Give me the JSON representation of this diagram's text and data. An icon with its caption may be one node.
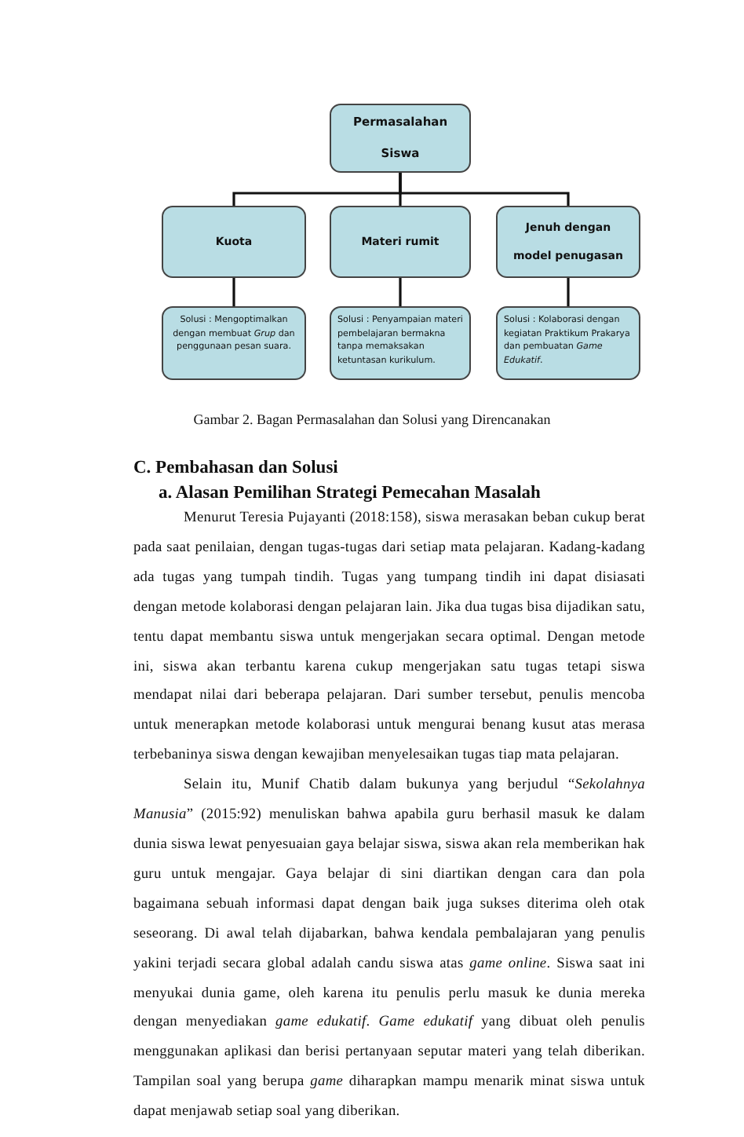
{
  "diagram": {
    "caption": "Gambar 2. Bagan Permasalahan dan Solusi yang Direncanakan",
    "nodes": [
      {
        "text": [
          "Permasalahan Siswa"
        ]
      },
      {
        "text": [
          "Kuota"
        ]
      },
      {
        "text": [
          "Materi rumit"
        ]
      },
      {
        "text": [
          "Jenuh dengan model penugasan"
        ]
      },
      {
        "text": [
          "Solusi : Mengoptimalkan dengan membuat *Grup* dan penggunaan pesan suara."
        ]
      },
      {
        "text": [
          "Solusi : Penyampaian materi pembelajaran bermakna tanpa memaksakan ketuntasan kurikulum."
        ]
      },
      {
        "text": [
          "Solusi : Kolaborasi dengan kegiatan Praktikum Prakarya dan pembuatan *Game Edukatif*."
        ]
      }
    ],
    "edges": [
      {
        "from": 0,
        "to": 1,
        "arrow": "none"
      },
      {
        "from": 0,
        "to": 2,
        "arrow": "none"
      },
      {
        "from": 0,
        "to": 3,
        "arrow": "none"
      },
      {
        "from": 1,
        "to": 4,
        "arrow": "none"
      },
      {
        "from": 2,
        "to": 5,
        "arrow": "none"
      },
      {
        "from": 3,
        "to": 6,
        "arrow": "none"
      }
    ],
    "labels": [
      "C. Pembahasan dan Solusi",
      "a. Alasan Pemilihan Strategi Pemecahan Masalah",
      "Menurut Teresia Pujayanti (2018:158), siswa merasakan beban cukup berat pada saat penilaian, dengan tugas-tugas dari setiap mata pelajaran. Kadang-kadang ada tugas yang tumpah tindih. Tugas yang tumpang tindih ini dapat disiasati dengan metode kolaborasi dengan pelajaran lain. Jika dua tugas bisa dijadikan satu, tentu dapat membantu siswa untuk mengerjakan secara optimal. Dengan metode ini, siswa akan terbantu karena cukup mengerjakan satu tugas tetapi siswa mendapat nilai dari beberapa pelajaran. Dari sumber tersebut, penulis mencoba untuk menerapkan metode kolaborasi untuk mengurai benang kusut atas merasa terbebaninya siswa dengan kewajiban menyelesaikan tugas tiap mata pelajaran.",
      "Selain itu, Munif Chatib dalam bukunya yang berjudul “*Sekolahnya Manusia*” (2015:92) menuliskan bahwa apabila guru berhasil masuk ke dalam dunia siswa lewat penyesuaian gaya belajar siswa, siswa akan rela memberikan hak guru untuk mengajar. Gaya belajar di sini diartikan dengan cara dan pola bagaimana sebuah informasi dapat dengan baik juga sukses diterima oleh otak seseorang. Di awal telah dijabarkan, bahwa kendala pembalajaran yang penulis yakini terjadi secara global adalah candu siswa atas *game online*. Siswa saat ini menyukai dunia game, oleh karena itu penulis perlu masuk ke dunia mereka dengan menyediakan *game edukatif*. *Game edukatif* yang dibuat oleh penulis menggunakan aplikasi dan berisi pertanyaan seputar materi yang telah diberikan. Tampilan soal yang berupa *game* diharapkan mampu menarik minat siswa untuk dapat menjawab setiap soal yang diberikan."
    ]
  }
}
